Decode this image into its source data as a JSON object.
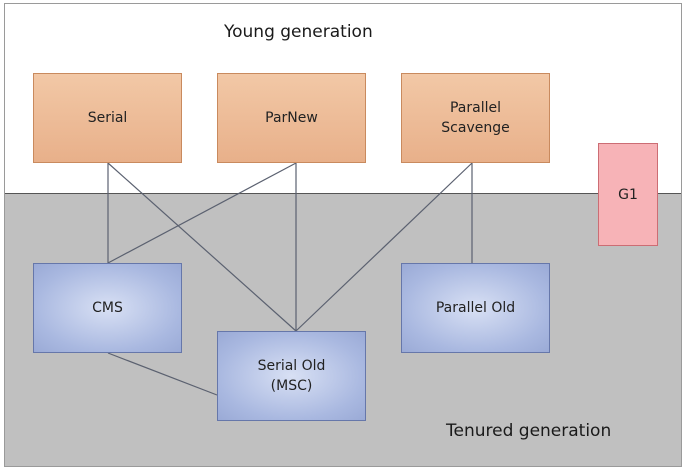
{
  "young_title": "Young generation",
  "tenured_title": "Tenured generation",
  "boxes": {
    "serial": "Serial",
    "parnew": "ParNew",
    "parallel_scavenge": "Parallel\nScavenge",
    "g1": "G1",
    "cms": "CMS",
    "serial_old": "Serial Old\n(MSC)",
    "parallel_old": "Parallel Old"
  },
  "connections": [
    {
      "from": "Serial",
      "to": "CMS"
    },
    {
      "from": "Serial",
      "to": "Serial Old (MSC)"
    },
    {
      "from": "ParNew",
      "to": "CMS"
    },
    {
      "from": "ParNew",
      "to": "Serial Old (MSC)"
    },
    {
      "from": "Parallel Scavenge",
      "to": "Serial Old (MSC)"
    },
    {
      "from": "Parallel Scavenge",
      "to": "Parallel Old"
    },
    {
      "from": "CMS",
      "to": "Serial Old (MSC)"
    }
  ],
  "colors": {
    "young_box": "#e8b08a",
    "old_box": "#a9b8e0",
    "g1_box": "#f7b3b7",
    "tenured_zone": "#c0c0c0"
  }
}
